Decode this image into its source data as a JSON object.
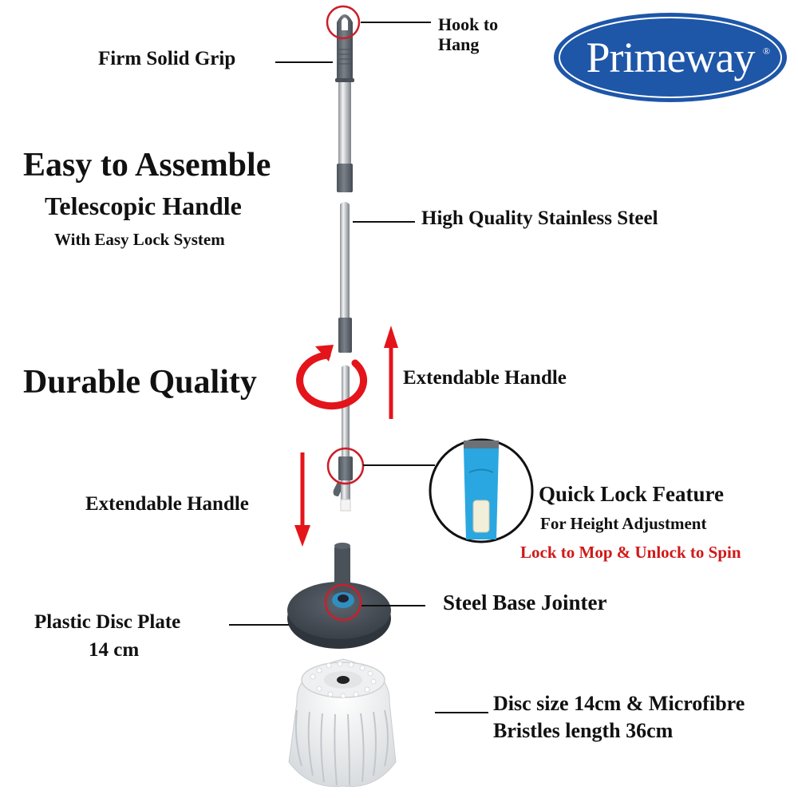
{
  "brand": {
    "name": "Primeway",
    "registered_mark": "®",
    "logo_bg": "#1e56a8",
    "logo_text_color": "#ffffff"
  },
  "headline": {
    "title": "Easy to Assemble",
    "subtitle": "Telescopic Handle",
    "caption": "With Easy Lock System"
  },
  "durable": {
    "label": "Durable Quality"
  },
  "callouts": {
    "grip": "Firm Solid Grip",
    "hook_line1": "Hook to",
    "hook_line2": "Hang",
    "steel": "High Quality Stainless Steel",
    "extend_right": "Extendable Handle",
    "extend_left": "Extendable Handle",
    "quick_lock_title": "Quick Lock Feature",
    "quick_lock_sub": "For Height Adjustment",
    "quick_lock_note": "Lock to Mop & Unlock to Spin",
    "jointer": "Steel Base Jointer",
    "disc_plate_line1": "Plastic Disc Plate",
    "disc_plate_line2": "14 cm",
    "refill_line1": "Disc size 14cm & Microfibre",
    "refill_line2": "Bristles length 36cm"
  },
  "colors": {
    "accent_red": "#e4141b",
    "note_red": "#d01818",
    "handle_grey": "#5d646c",
    "steel": "#c9ccd0",
    "lock_blue": "#2aa7e0"
  }
}
